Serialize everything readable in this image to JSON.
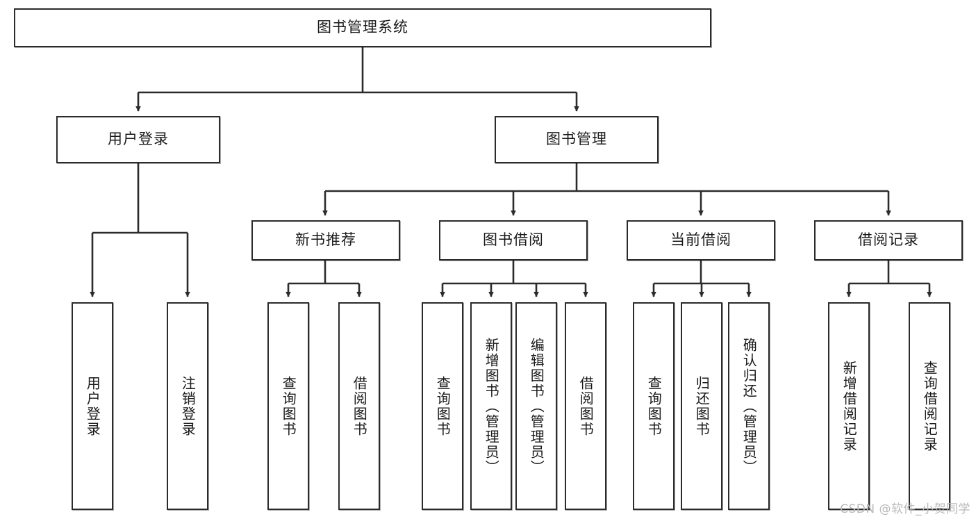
{
  "diagram": {
    "title": "图书管理系统",
    "type": "tree-hierarchy",
    "watermark": "CSDN @软件_小贺同学",
    "colors": {
      "border": "#2b2b2b",
      "fill": "#ffffff",
      "text": "#1a1a1a",
      "edge": "#2b2b2b",
      "watermark": "#b9b9b9"
    },
    "nodes": {
      "root": {
        "label": "图书管理系统"
      },
      "level2": [
        {
          "label": "用户登录"
        },
        {
          "label": "图书管理"
        }
      ],
      "level3": [
        {
          "label": "新书推荐"
        },
        {
          "label": "图书借阅"
        },
        {
          "label": "当前借阅"
        },
        {
          "label": "借阅记录"
        }
      ],
      "leaves": {
        "user_login": [
          {
            "label": "用户登录"
          },
          {
            "label": "注销登录"
          }
        ],
        "new_book_rec": [
          {
            "label": "查询图书"
          },
          {
            "label": "借阅图书"
          }
        ],
        "book_borrow": [
          {
            "label": "查询图书"
          },
          {
            "label": "新增图书（管理员）"
          },
          {
            "label": "编辑图书（管理员）"
          },
          {
            "label": "借阅图书"
          }
        ],
        "current_borrow": [
          {
            "label": "查询图书"
          },
          {
            "label": "归还图书"
          },
          {
            "label": "确认归还（管理员）"
          }
        ],
        "borrow_record": [
          {
            "label": "新增借阅记录"
          },
          {
            "label": "查询借阅记录"
          }
        ]
      }
    }
  }
}
